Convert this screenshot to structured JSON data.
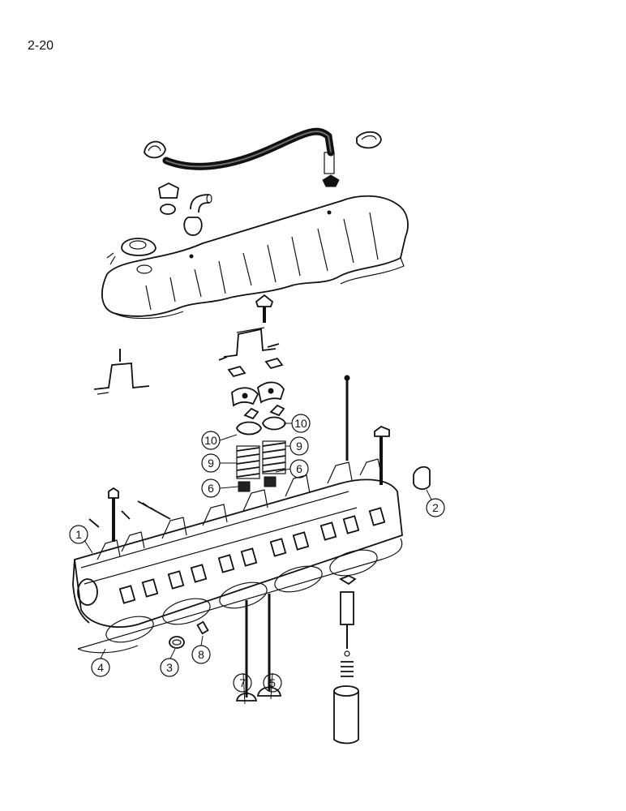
{
  "page": {
    "number": "2-20"
  },
  "callouts": [
    "1",
    "2",
    "3",
    "4",
    "5",
    "6",
    "6",
    "7",
    "8",
    "9",
    "9",
    "10",
    "10"
  ],
  "colors": {
    "ink": "#111111",
    "paper": "#ffffff"
  }
}
